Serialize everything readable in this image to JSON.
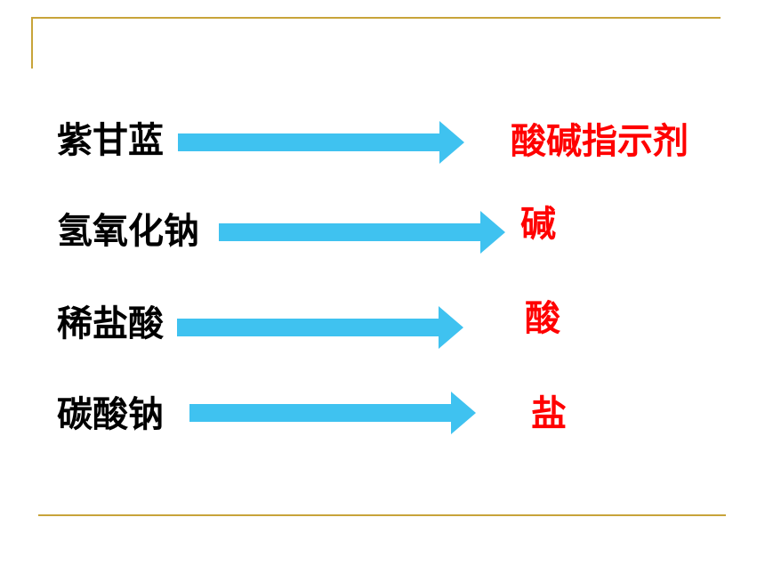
{
  "rows": [
    {
      "substance": "紫甘蓝",
      "category": "酸碱指示剂"
    },
    {
      "substance": "氢氧化钠",
      "category": "碱"
    },
    {
      "substance": "稀盐酸",
      "category": "酸"
    },
    {
      "substance": "碳酸钠",
      "category": "盐"
    }
  ],
  "colors": {
    "accent_line": "#c8a43a",
    "arrow": "#3fc2f0",
    "left_text": "#000000",
    "right_text": "#ff0000"
  },
  "icons": {
    "arrow": "right-arrow-icon"
  }
}
